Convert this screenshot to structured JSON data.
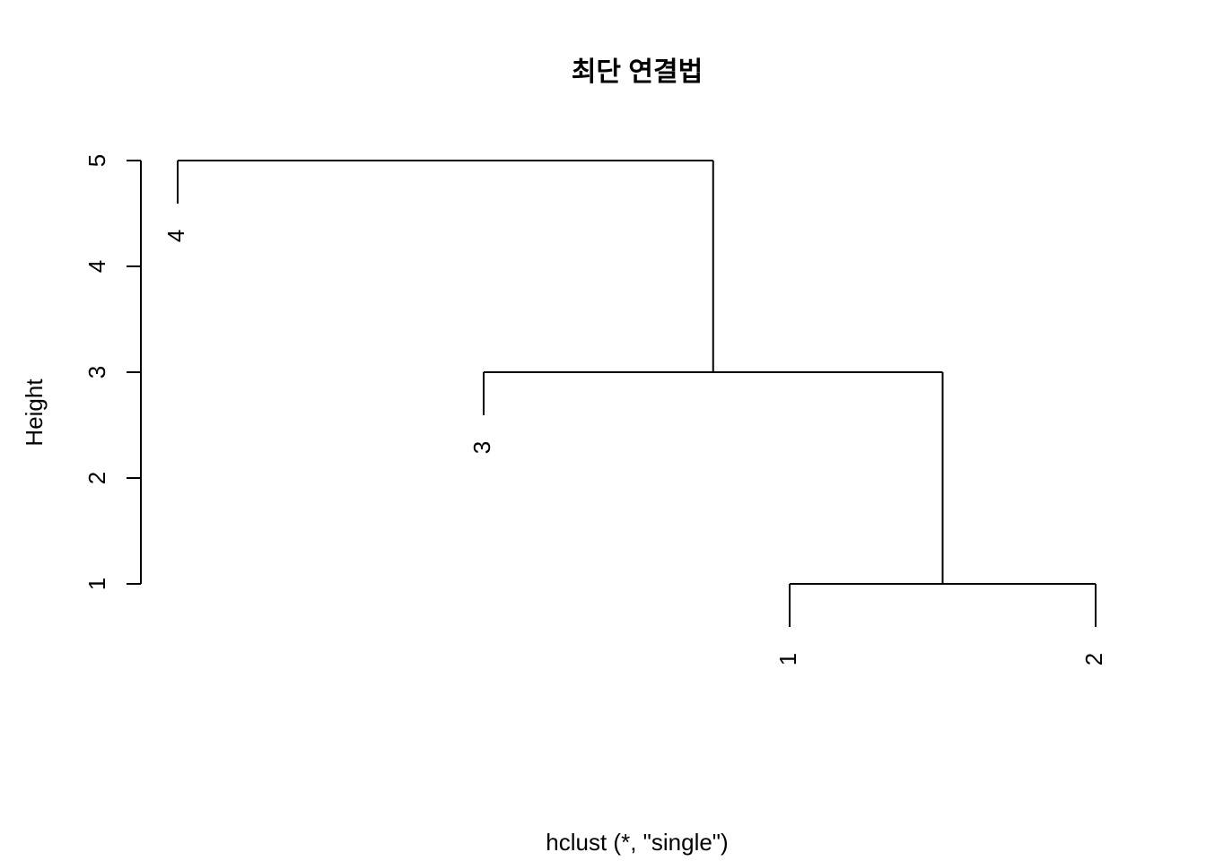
{
  "chart_data": {
    "type": "dendrogram",
    "title": "최단 연결법",
    "xlabel": "hclust (*, \"single\")",
    "ylabel": "Height",
    "yticks": [
      1,
      2,
      3,
      4,
      5
    ],
    "ylim": [
      1,
      5
    ],
    "leaf_order": [
      "4",
      "3",
      "1",
      "2"
    ],
    "merges": [
      {
        "left": "1",
        "right": "2",
        "height": 1
      },
      {
        "left": "3",
        "right": "(1,2)",
        "height": 3
      },
      {
        "left": "4",
        "right": "(3,(1,2))",
        "height": 5
      }
    ],
    "grid": false,
    "legend": "none"
  }
}
